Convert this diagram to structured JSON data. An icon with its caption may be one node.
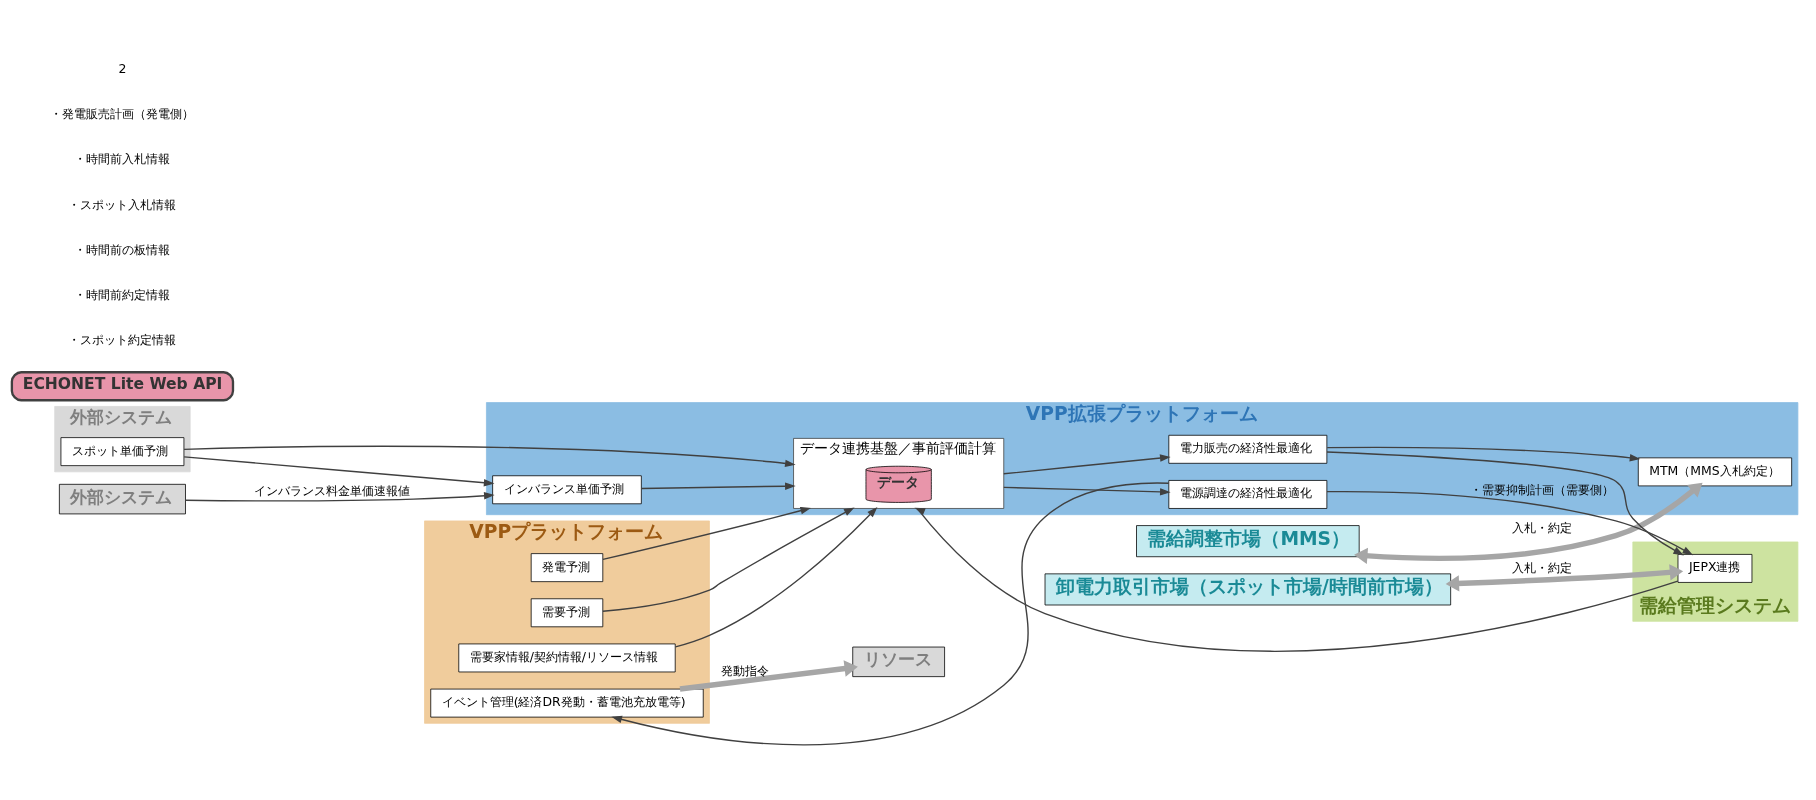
{
  "diagram": {
    "nodes": [
      {
        "text": [
          "外部システム"
        ]
      },
      {
        "text": [
          "スポット単価予測"
        ],
        "in": 0
      },
      {
        "text": [
          "VPPプラットフォーム"
        ]
      },
      {
        "text": [
          "需要家情報/契約情報/リソース情報"
        ],
        "in": 2
      },
      {
        "text": [
          "発電予測"
        ],
        "in": 2
      },
      {
        "text": [
          "需要予測"
        ],
        "in": 2
      },
      {
        "text": [
          "イベント管理(経済DR発動・蓄電池充放電等)"
        ],
        "in": 2
      },
      {
        "text": [
          "外部システム"
        ]
      },
      {
        "text": [
          "需給調整市場（MMS）"
        ]
      },
      {
        "text": [
          "卸電力取引市場（スポット市場/時間前市場）"
        ]
      },
      {
        "text": [
          "VPP拡張プラットフォーム"
        ]
      },
      {
        "text": [
          "インバランス単価予測"
        ],
        "in": 10
      },
      {
        "text": [
          "MTM（MMS入札約定）"
        ],
        "in": 10
      },
      {
        "text": [
          "データ連携基盤／事前評価計算"
        ],
        "in": 10
      },
      {
        "text": [
          "データ"
        ],
        "in": 13
      },
      {
        "text": [
          "電源調達の経済性最適化"
        ],
        "in": 10
      },
      {
        "text": [
          "電力販売の経済性最適化"
        ],
        "in": 10
      },
      {
        "text": [
          "需給管理システム"
        ]
      },
      {
        "text": [
          "JEPX連携"
        ],
        "in": 17
      },
      {
        "text": [
          "リソース"
        ]
      },
      {
        "text": [
          "ECHONET Lite Web API"
        ]
      }
    ],
    "edges": [
      {
        "from": 1,
        "to": 11,
        "arrow": "to"
      },
      {
        "from": 1,
        "to": 13,
        "arrow": "to"
      },
      {
        "from": 3,
        "to": 13,
        "arrow": "to"
      },
      {
        "from": 4,
        "to": 13,
        "arrow": "to"
      },
      {
        "from": 5,
        "to": 13,
        "arrow": "to"
      },
      {
        "from": 7,
        "to": 11,
        "arrow": "to",
        "label": "インバランス料金単価速報値"
      },
      {
        "from": 8,
        "to": 12,
        "arrow": "both",
        "label": "入札・約定",
        "style": "thick",
        "color": "#a6a6a6"
      },
      {
        "from": 9,
        "to": 18,
        "arrow": "both",
        "label": "入札・約定",
        "style": "thick",
        "color": "#a6a6a6"
      },
      {
        "from": 11,
        "to": 13,
        "arrow": "to"
      },
      {
        "from": 13,
        "to": 15,
        "arrow": "to"
      },
      {
        "from": 13,
        "to": 16,
        "arrow": "to"
      },
      {
        "from": 15,
        "to": 6,
        "arrow": "to"
      },
      {
        "from": 18,
        "to": 13,
        "arrow": "to"
      },
      {
        "from": 16,
        "to": 12,
        "arrow": "to"
      },
      {
        "from": 16,
        "to": 18,
        "arrow": "to"
      },
      {
        "from": 15,
        "to": 18,
        "arrow": "to",
        "label": "・需要抑制計画（需要側）"
      },
      {
        "from": 6,
        "to": 19,
        "arrow": "to",
        "label": "発動指令",
        "style": "thick",
        "color": "#a6a6a6"
      }
    ],
    "labels": [
      "・スポット約定情報",
      "・時間前約定情報",
      "・時間前の板情報",
      "・スポット入札情報",
      "・時間前入札情報",
      "・発電販売計画（発電側）",
      "2"
    ]
  }
}
